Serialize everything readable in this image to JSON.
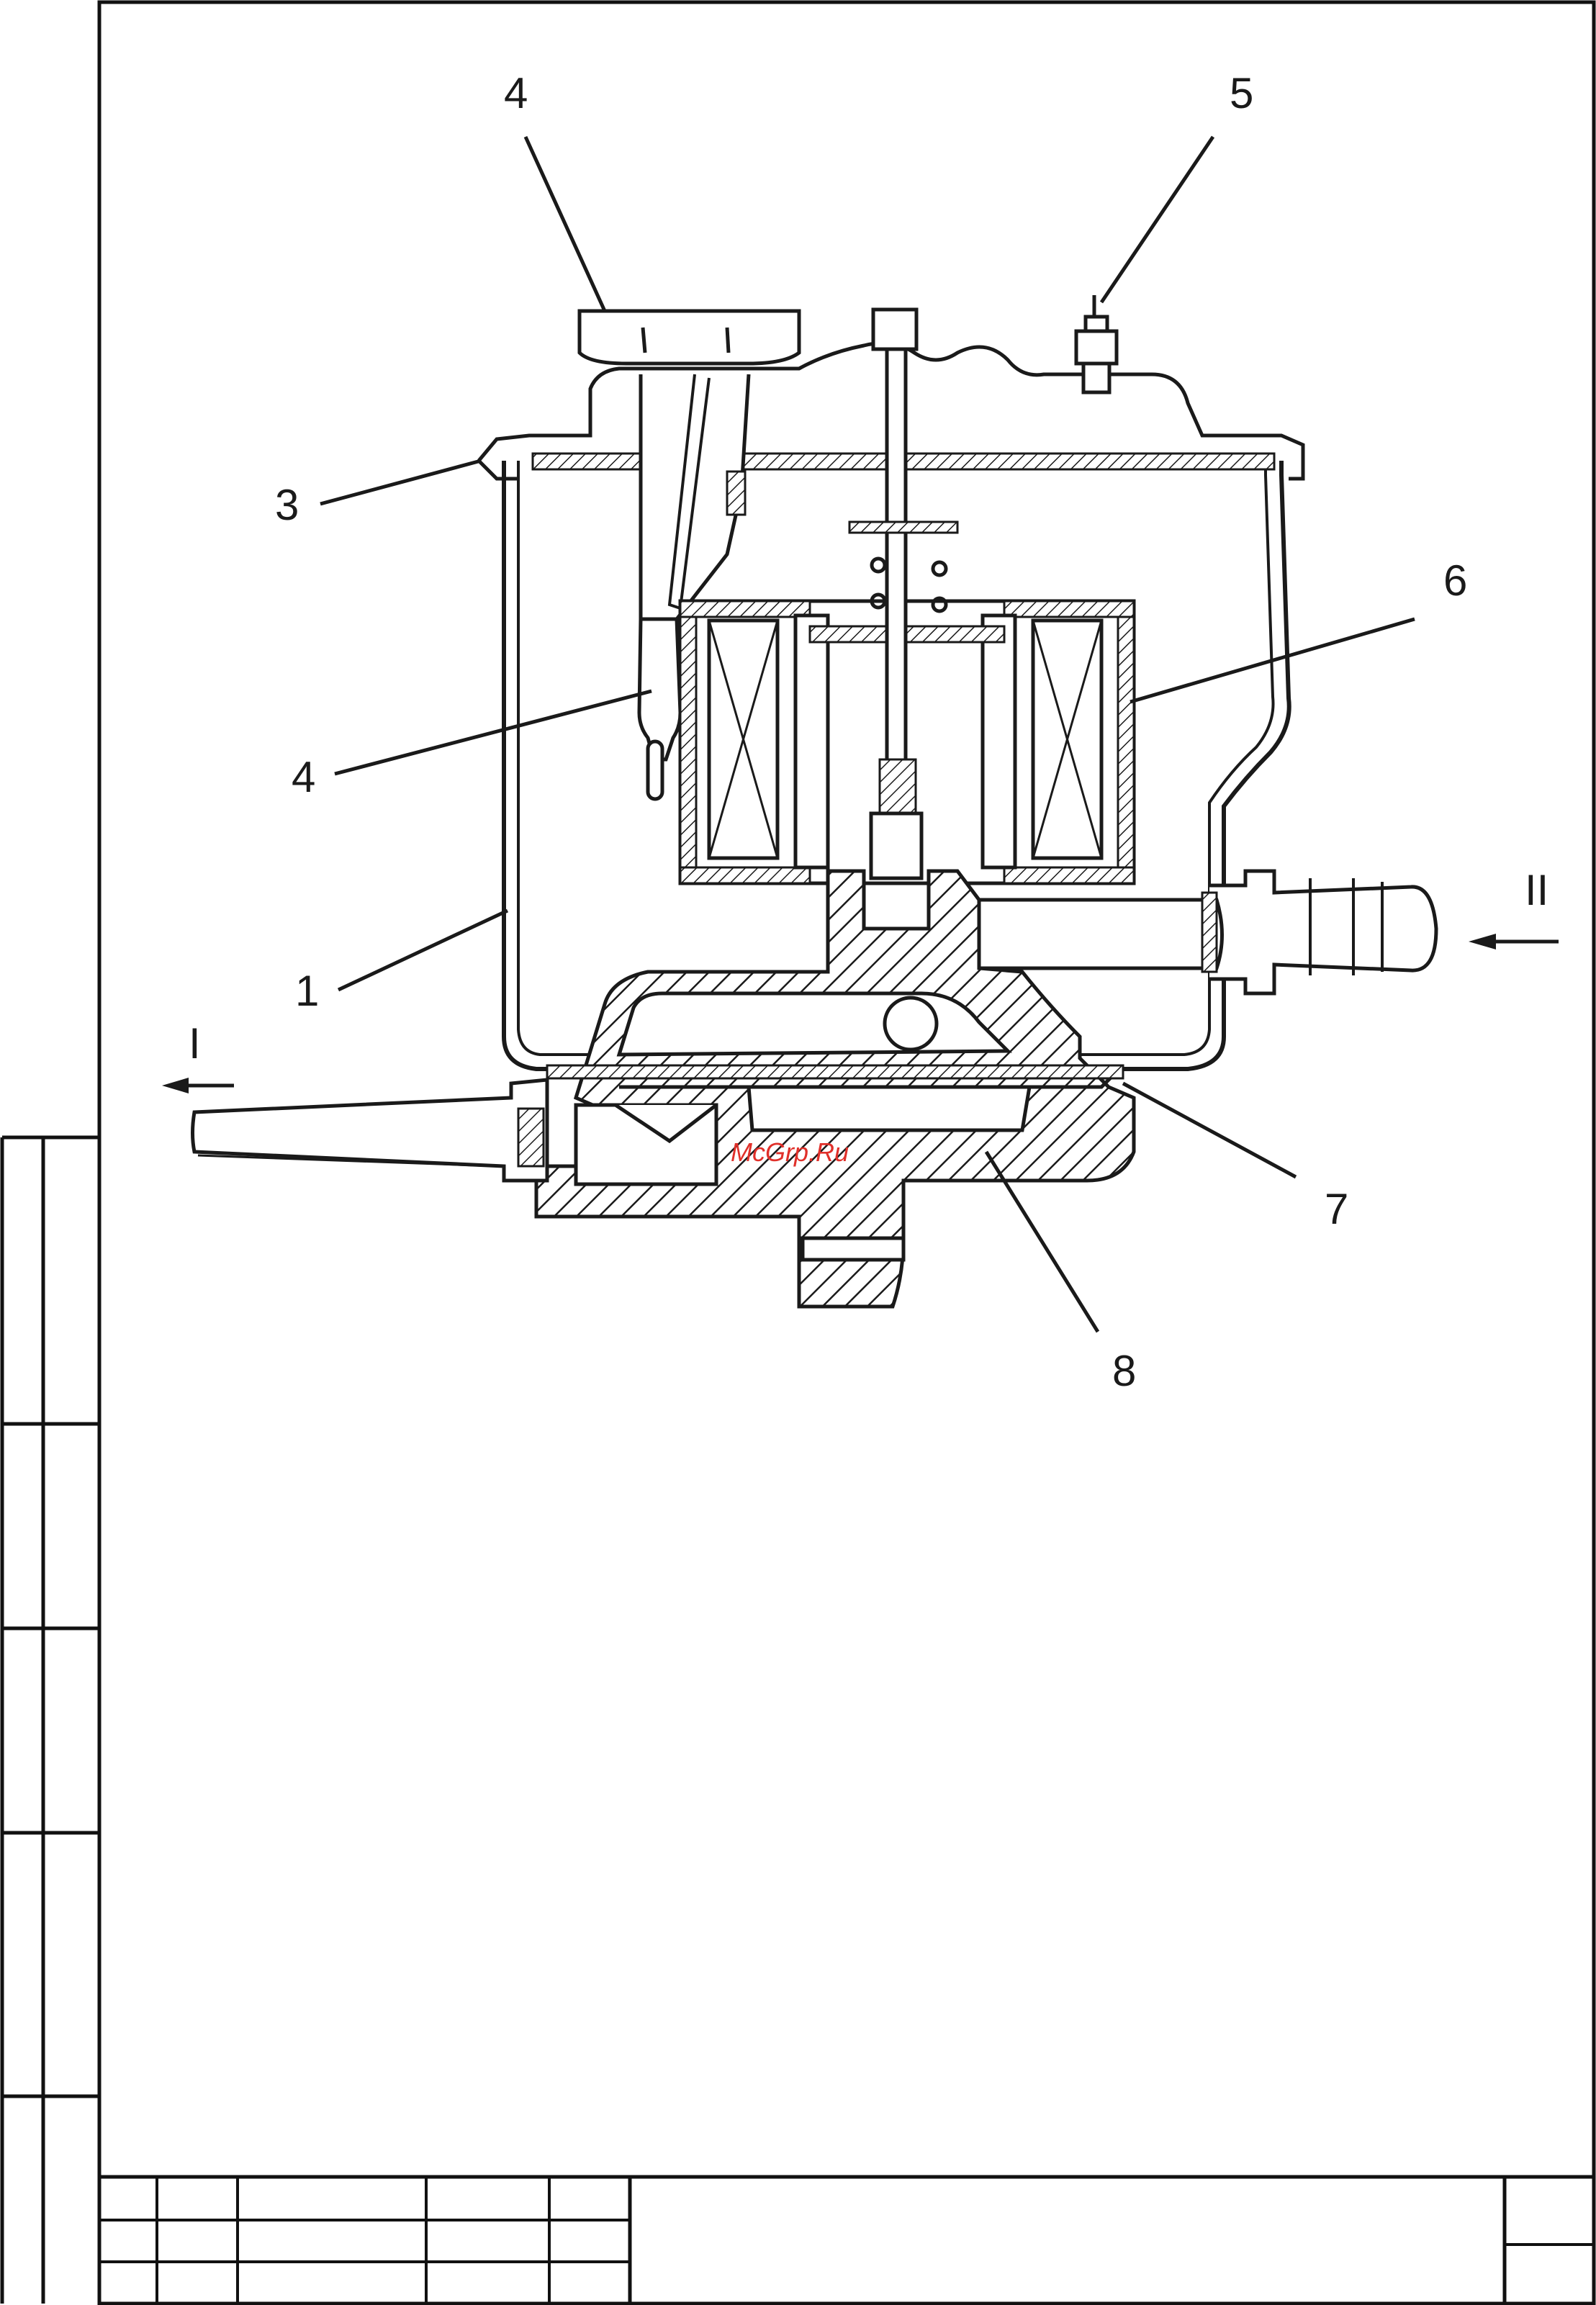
{
  "diagram": {
    "labels": {
      "part_1": "1",
      "part_3": "3",
      "part_4_top": "4",
      "part_4_mid": "4",
      "part_5": "5",
      "part_6": "6",
      "part_7": "7",
      "part_8": "8",
      "port_I": "I",
      "port_II": "II"
    },
    "watermark": "McGrp.Ru"
  },
  "colors": {
    "ink": "#1a1a1a",
    "frame": "#111111",
    "watermark": "#e0302a",
    "paper": "#ffffff"
  }
}
